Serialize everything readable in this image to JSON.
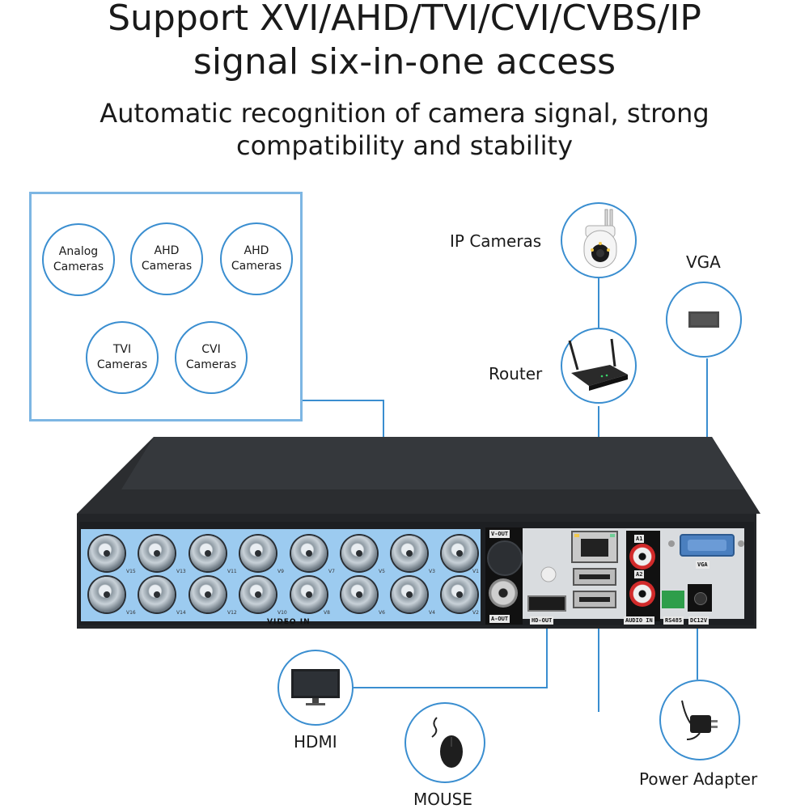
{
  "header": {
    "title_line1": "Support XVI/AHD/TVI/CVI/CVBS/IP",
    "title_line2": "signal six-in-one access",
    "subtitle_line1": "Automatic recognition of camera signal, strong",
    "subtitle_line2": "compatibility and stability"
  },
  "signals": [
    {
      "line1": "Analog",
      "line2": "Cameras"
    },
    {
      "line1": "AHD",
      "line2": "Cameras"
    },
    {
      "line1": "AHD",
      "line2": "Cameras"
    },
    {
      "line1": "TVI",
      "line2": "Cameras"
    },
    {
      "line1": "CVI",
      "line2": "Cameras"
    }
  ],
  "devices": {
    "ip_cameras": "IP Cameras",
    "router": "Router",
    "vga": "VGA",
    "hdmi": "HDMI",
    "mouse": "MOUSE",
    "power_adapter": "Power Adapter"
  },
  "panel": {
    "video_in": "VIDEO IN",
    "v_out": "V-OUT",
    "a_out": "A-OUT",
    "hd_out": "HD-OUT",
    "audio_in": "AUDIO IN",
    "a1": "A1",
    "a2": "A2",
    "rs485": "RS485",
    "dc12v": "DC12V",
    "vga_port": "VGA",
    "bnc_top": [
      "V15",
      "V13",
      "V11",
      "V9",
      "V7",
      "V5",
      "V3",
      "V1"
    ],
    "bnc_bottom": [
      "V16",
      "V14",
      "V12",
      "V10",
      "V8",
      "V6",
      "V4",
      "V2"
    ]
  },
  "colors": {
    "accent": "#3a8ed0",
    "panel_border": "#7db6e3",
    "highlight": "#9ccbf0"
  }
}
